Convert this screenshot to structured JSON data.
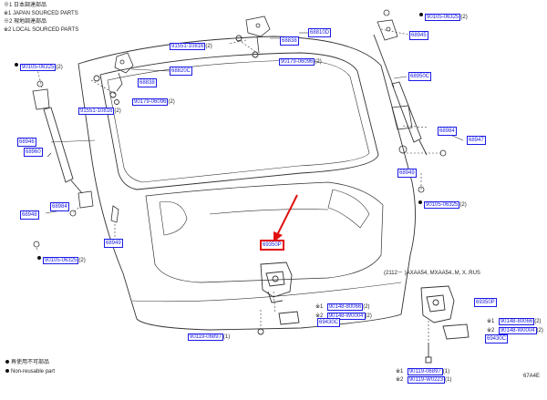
{
  "header_notes": {
    "note1": "※1 日本調達部品",
    "note2": "※1 JAPAN SOURCED PARTS",
    "note3": "※2 現地調達部品",
    "note4": "※2 LOCAL SOURCED PARTS"
  },
  "legend": {
    "line1": "再使用不可部品",
    "line2": "Non-reusable part"
  },
  "figure_code": "67A4E",
  "variant_header": "(2112－    )AXAA54, MXAA54..M, X..RUS",
  "highlighted_part": "69350P",
  "parts": {
    "p90105_tr": "90105-06325",
    "p68945": "68945",
    "p91551_a": "91551-10816",
    "p68838_a": "68838",
    "p68810D": "68810D",
    "p90179_a": "90179-06096",
    "p90105_tl": "90105-06325",
    "p68820C": "68820C",
    "p68838_b": "68838",
    "p90179_b": "90179-06096",
    "p91551_b": "91551-10816",
    "p68950C": "68950C",
    "p68984_r": "68984",
    "p68947": "68947",
    "p68946": "68946",
    "p68960": "68960",
    "p68949_r": "68949",
    "p90105_mr": "90105-06325",
    "p68984_l": "68984",
    "p68948": "68948",
    "p68949_l": "68949",
    "p90105_bl": "90105-06325",
    "p69350P_main": "69350P",
    "p90148_80066_a": "90148-80066",
    "p90148_w0004_a": "90148-W0004",
    "p69430C_a": "69430C",
    "p90119_a": "90119-06897",
    "p69350P_b": "69350P",
    "p90148_80066_b": "90148-80066",
    "p90148_w0004_b": "90148-W0004",
    "p69430C_b": "69430C",
    "p90119_b": "90119-06897",
    "p90119_w": "90119-W0223"
  },
  "qty": {
    "two": "(2)",
    "one": "(1)"
  },
  "marks": {
    "s1": "※1",
    "s2": "※2"
  },
  "colors": {
    "part_number": "#1a1ae6",
    "highlight": "#e01010",
    "line": "#333333"
  }
}
